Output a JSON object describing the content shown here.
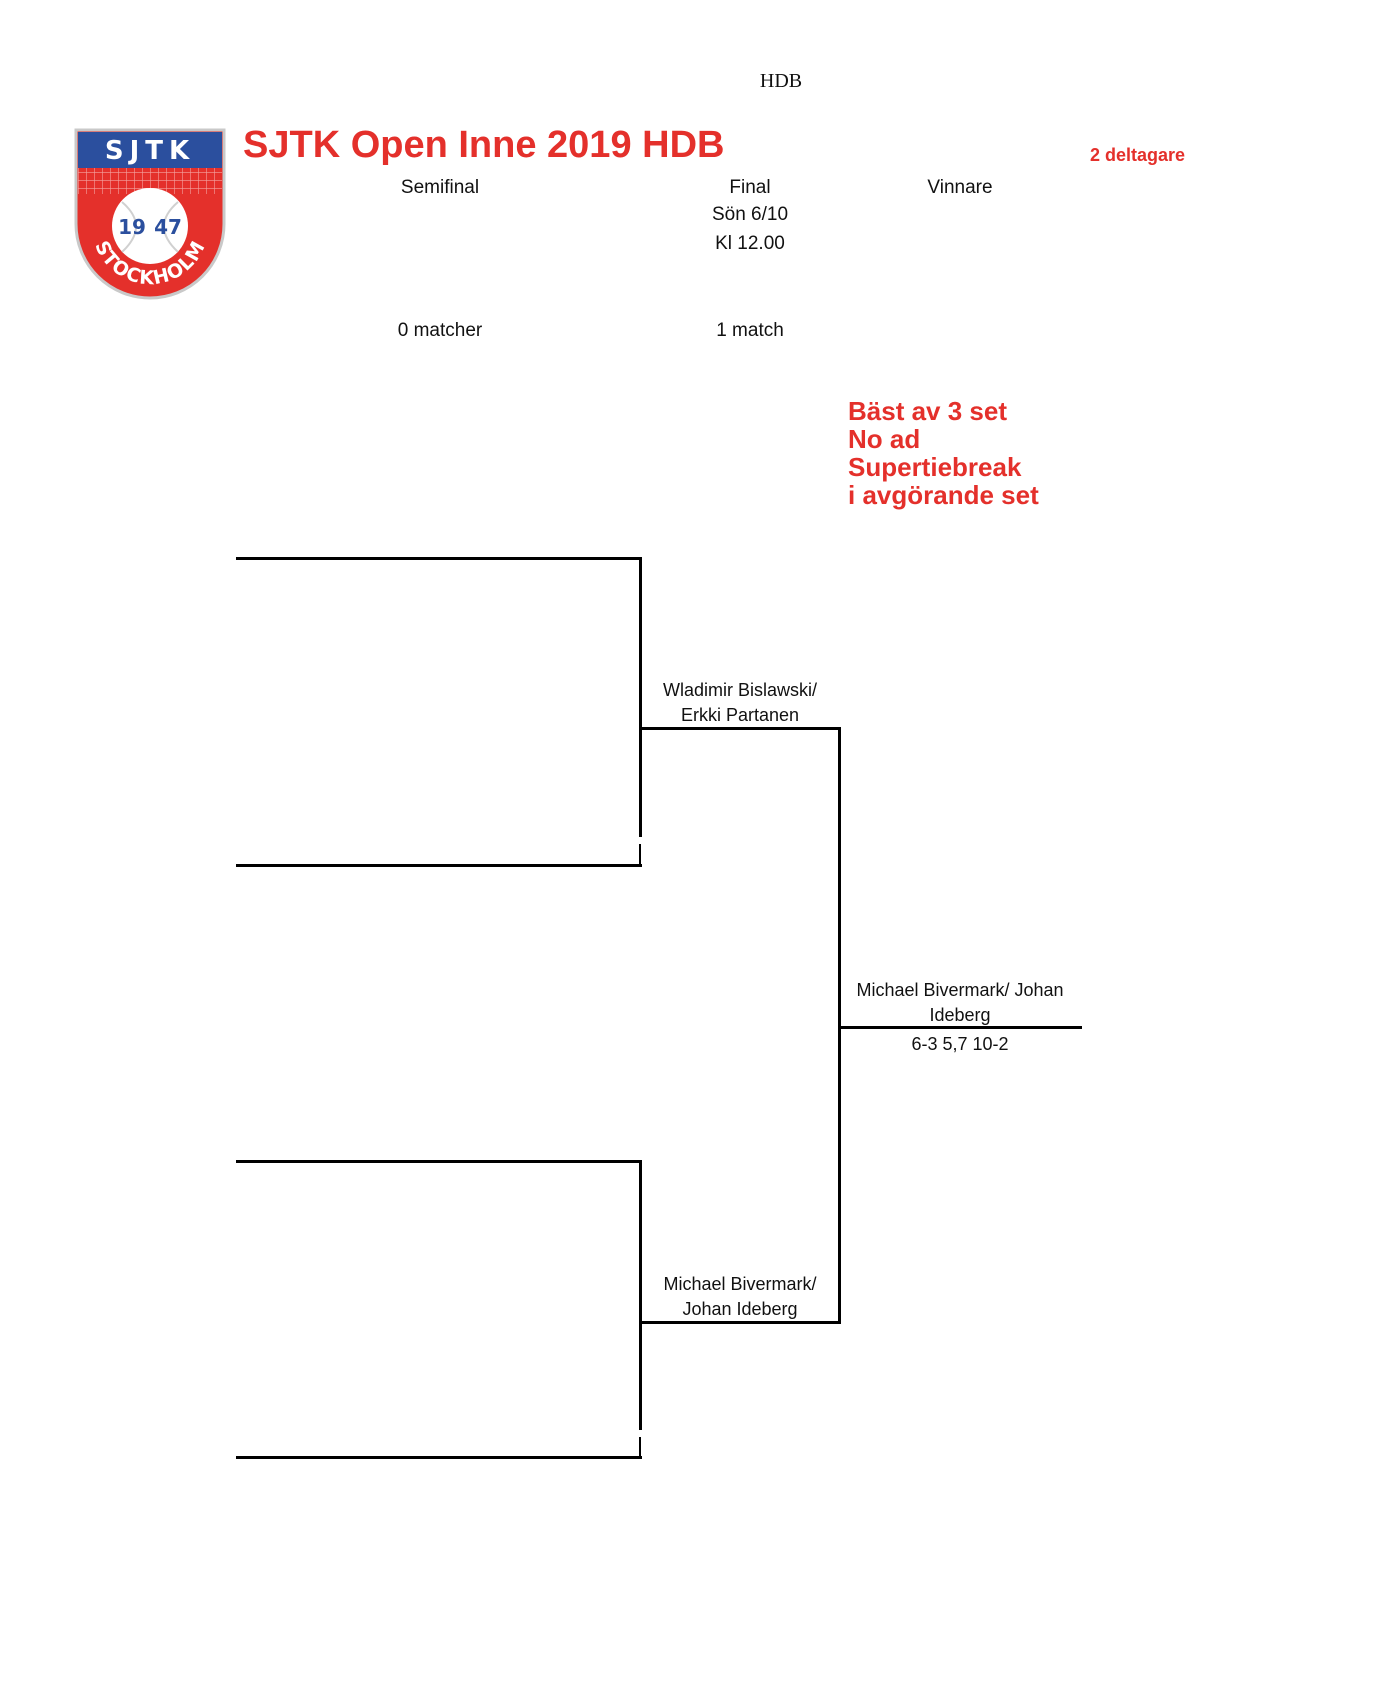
{
  "header": {
    "label": "HDB",
    "title": "SJTK Open Inne 2019 HDB",
    "participants": "2 deltagare"
  },
  "logo": {
    "text_top": "SJTK",
    "year_left": "19",
    "year_right": "47",
    "text_bottom": "STOCKHOLM",
    "colors": {
      "blue": "#2b4f9e",
      "red": "#e4302b"
    }
  },
  "rounds": {
    "semifinal": {
      "label": "Semifinal",
      "count": "0 matcher"
    },
    "final": {
      "label": "Final",
      "date": "Sön 6/10",
      "time": "Kl 12.00",
      "count": "1 match"
    },
    "winner": {
      "label": "Vinnare"
    }
  },
  "rules": [
    "Bäst av 3 set",
    "No ad",
    "Supertiebreak",
    "i avgörande set"
  ],
  "bracket": {
    "finalist_top": {
      "line1": "Wladimir Bislawski/",
      "line2": "Erkki Partanen"
    },
    "finalist_bottom": {
      "line1": "Michael Bivermark/",
      "line2": "Johan Ideberg"
    },
    "winner": {
      "line1": "Michael Bivermark/ Johan",
      "line2": "Ideberg",
      "score": "6-3 5,7 10-2"
    }
  }
}
